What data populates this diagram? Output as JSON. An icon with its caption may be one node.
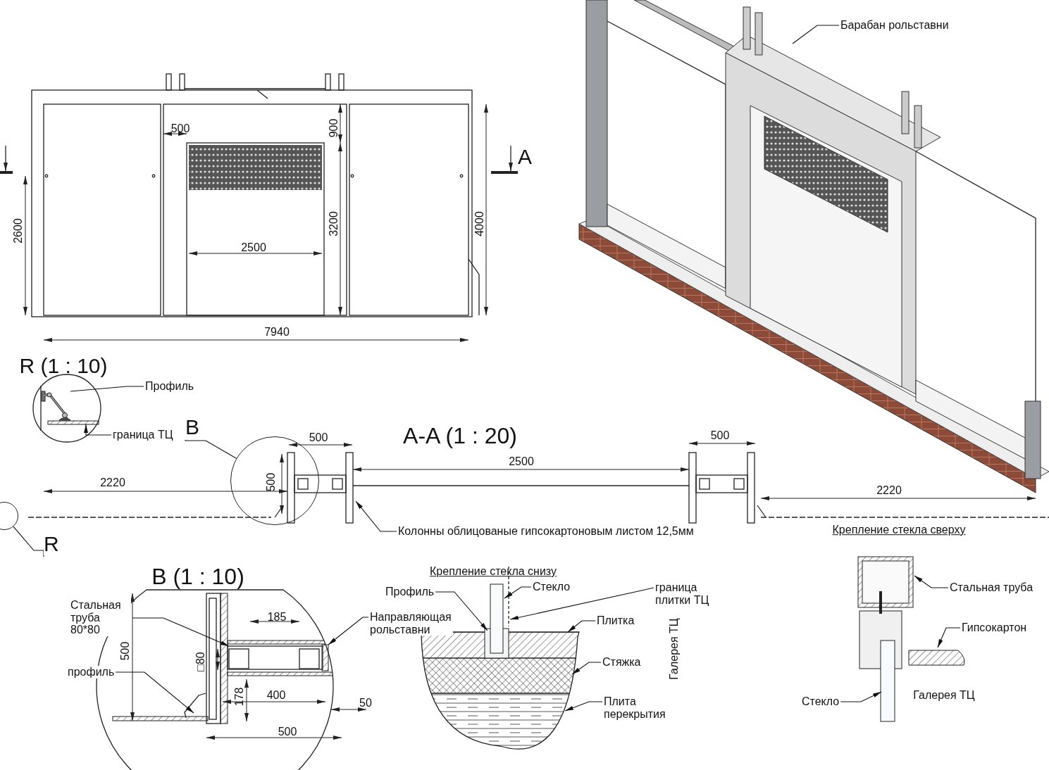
{
  "diagram": {
    "nodes": [
      {
        "text": [
          "Барабан рольставни"
        ]
      },
      {
        "text": [
          "Профиль"
        ]
      },
      {
        "text": [
          "граница ТЦ"
        ]
      },
      {
        "text": [
          "B"
        ]
      },
      {
        "text": [],
        "shape": "circle"
      },
      {
        "text": [
          "R"
        ]
      },
      {
        "text": [],
        "shape": "circle"
      },
      {
        "text": [
          "Колонны облицованые гипсокартоновым листом 12,5мм"
        ]
      },
      {
        "text": [
          "Стальная труба 80*80"
        ]
      },
      {
        "text": [
          "профиль"
        ]
      },
      {
        "text": [
          "Направляющая рольставни"
        ]
      },
      {
        "text": [
          "Профиль"
        ]
      },
      {
        "text": [
          "Стекло"
        ]
      },
      {
        "text": [
          "граница плитки ТЦ"
        ]
      },
      {
        "text": [
          "Плитка"
        ]
      },
      {
        "text": [
          "Стяжка"
        ]
      },
      {
        "text": [
          "Плита перекрытия"
        ]
      },
      {
        "text": [
          "Стальная труба"
        ]
      },
      {
        "text": [
          "Гипсокартон"
        ]
      },
      {
        "text": [
          "Стекло"
        ]
      },
      {
        "text": [],
        "shape": "picture"
      },
      {
        "text": [],
        "shape": "bar"
      },
      {
        "text": [],
        "shape": "bar"
      }
    ],
    "edges": [
      {
        "from": 0,
        "to": null,
        "arrow": "none"
      },
      {
        "from": 1,
        "to": 20,
        "arrow": "none"
      },
      {
        "from": 2,
        "to": 21,
        "arrow": "to"
      },
      {
        "from": 3,
        "to": 4,
        "arrow": "none"
      },
      {
        "from": 5,
        "to": 6,
        "arrow": "none"
      },
      {
        "from": 7,
        "to": null,
        "arrow": "to"
      },
      {
        "from": 8,
        "to": null,
        "arrow": "to"
      },
      {
        "from": 9,
        "to": null,
        "arrow": "to"
      },
      {
        "from": 10,
        "to": 22,
        "arrow": "to"
      },
      {
        "from": 11,
        "to": null,
        "arrow": "to"
      },
      {
        "from": 12,
        "to": null,
        "arrow": "to"
      },
      {
        "from": 13,
        "to": null,
        "arrow": "to"
      },
      {
        "from": 14,
        "to": null,
        "arrow": "to"
      },
      {
        "from": 15,
        "to": null,
        "arrow": "to"
      },
      {
        "from": 16,
        "to": null,
        "arrow": "to"
      },
      {
        "from": 17,
        "to": null,
        "arrow": "to"
      },
      {
        "from": 18,
        "to": null,
        "arrow": "to"
      },
      {
        "from": 19,
        "to": null,
        "arrow": "to"
      }
    ],
    "labels": [
      "A",
      "500",
      "900",
      "2600",
      "3200",
      "2500",
      "4000",
      "7940",
      "R (1 : 10)",
      "A-A (1 : 20)",
      "500",
      "500",
      "2220",
      "2500",
      "500",
      "2220",
      "Крепление стекла сверху",
      "B (1 : 10)",
      "500",
      "185",
      "□80",
      "178",
      "400",
      "50",
      "500",
      "Крепление стекла снизу",
      "Галерея ТЦ",
      "Галерея ТЦ"
    ]
  }
}
